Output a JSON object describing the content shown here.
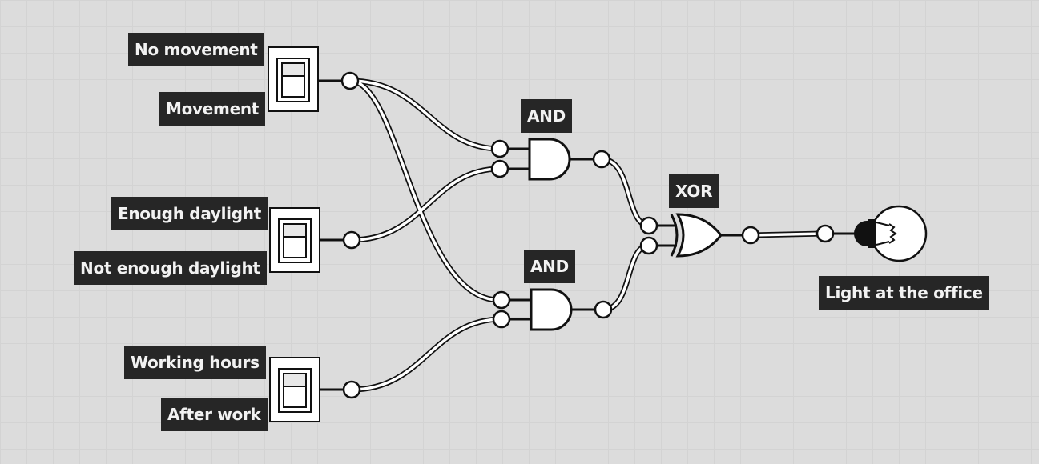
{
  "switches": [
    {
      "top_label": "No movement",
      "bottom_label": "Movement"
    },
    {
      "top_label": "Enough daylight",
      "bottom_label": "Not enough daylight"
    },
    {
      "top_label": "Working hours",
      "bottom_label": "After work"
    }
  ],
  "gates": [
    {
      "type": "AND"
    },
    {
      "type": "AND"
    },
    {
      "type": "XOR"
    }
  ],
  "output": {
    "label": "Light at the office"
  }
}
